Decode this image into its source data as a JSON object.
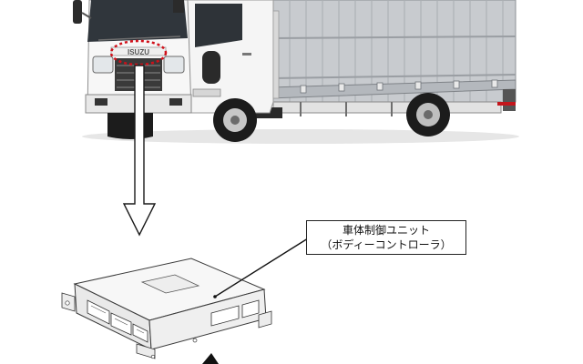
{
  "callout": {
    "line1": "車体制御ユニット",
    "line2": "（ボディーコントローラ）"
  },
  "truck": {
    "badge_text": "ISUZU"
  },
  "colors": {
    "highlight_circle": "#d0101a",
    "cab": "#f4f4f4",
    "body_panel": "#c9ccd0",
    "outline": "#222222"
  }
}
